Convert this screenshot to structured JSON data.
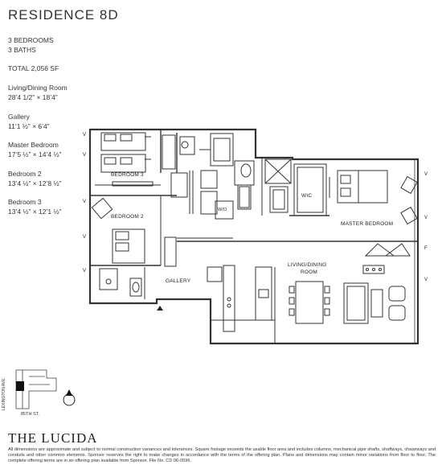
{
  "residence_title": "RESIDENCE 8D",
  "summary": {
    "bedrooms": "3 BEDROOMS",
    "baths": "3 BATHS",
    "total": "TOTAL 2,056 SF"
  },
  "rooms": [
    {
      "name": "Living/Dining Room",
      "dims": "28’4 1/2” × 18’4”"
    },
    {
      "name": "Gallery",
      "dims": "11’1 ½” × 6’4”"
    },
    {
      "name": "Master Bedroom",
      "dims": "17’5 ½” × 14’4 ½”"
    },
    {
      "name": "Bedroom 2",
      "dims": "13’4 ½” × 12’8 ½”"
    },
    {
      "name": "Bedroom 3",
      "dims": "13’4 ½” × 12’1 ½”"
    }
  ],
  "plan_labels": {
    "bedroom3": "BEDROOM 3",
    "bedroom2": "BEDROOM 2",
    "gallery": "GALLERY",
    "wd": "W/D",
    "wic": "WIC",
    "master": "MASTER BEDROOM",
    "living": "LIVING/DINING",
    "living2": "ROOM"
  },
  "view_markers": [
    "V",
    "V",
    "V",
    "V",
    "V",
    "V",
    "V",
    "F",
    "V"
  ],
  "keyplan": {
    "street_vertical": "LEXINGTON AVE.",
    "street_bottom": "85TH ST.",
    "compass": "N"
  },
  "brand": "THE LUCIDA",
  "disclaimer": "All dimensions are approximate and subject to normal construction variances and tolerances.  Square footage exceeds the usable floor area and includes columns, mechanical pipe shafts, shaftways, chaseways and conduits and other common elements. Sponsor reserves the right to make changes in accordance with the terms of the offering plan. Plans and dimensions may contain minor variations from floor to floor. The complete offering terms are in an offering plan available from Sponsor. File No. CD 06-0596."
}
